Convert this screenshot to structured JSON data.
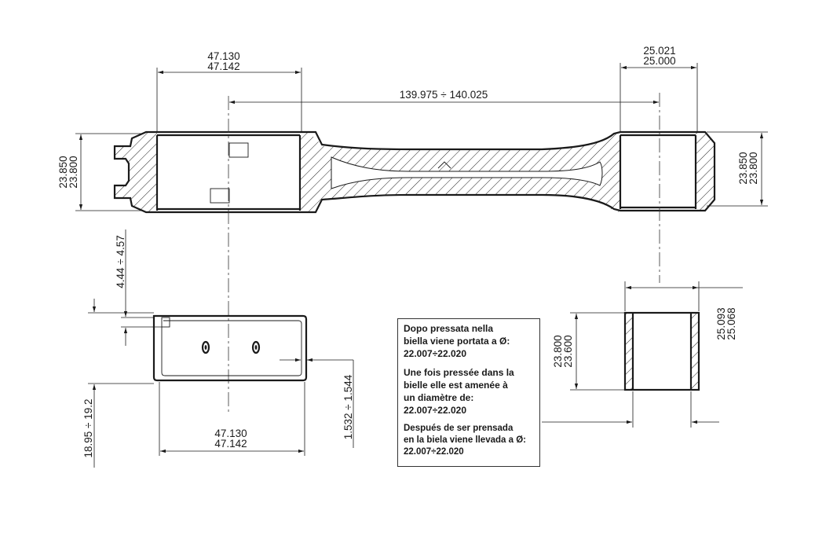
{
  "dimensions": {
    "top_left_width_upper": "47.130",
    "top_left_width_lower": "47.142",
    "top_right_width_upper": "25.021",
    "top_right_width_lower": "25.000",
    "center_distance": "139.975  ÷ 140.025",
    "left_height_upper": "23.850",
    "left_height_lower": "23.800",
    "right_height_upper": "23.850",
    "right_height_lower": "23.800",
    "cap_offset": "4.44 ÷ 4.57",
    "cap_total_height": "18.95 ÷ 19.2",
    "cap_width_upper": "47.130",
    "cap_width_lower": "47.142",
    "cap_gap": "1.532 ÷ 1.544",
    "bush_height_upper": "23.800",
    "bush_height_lower": "23.600",
    "bush_diameter_upper": "25.093",
    "bush_diameter_lower": "25.068"
  },
  "note": {
    "italian": "Dopo pressata nella\nbiella viene portata a Ø:\n22.007÷22.020",
    "french": "Une fois pressée dans la\nbielle elle est amenée à\nun diamètre de:\n22.007÷22.020",
    "spanish": "Después de ser prensada\nen la biela viene llevada a Ø:\n22.007÷22.020"
  }
}
